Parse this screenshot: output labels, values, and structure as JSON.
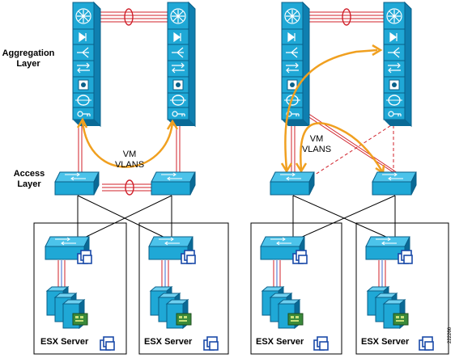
{
  "labels": {
    "aggregation_layer": "Aggregation Layer",
    "access_layer": "Access Layer",
    "vm_vlans_left": "VM VLANS",
    "vm_vlans_right": "VM VLANS",
    "esx_server": "ESX Server",
    "figure_id": "222266"
  },
  "colors": {
    "switch_blue": "#1fa8d6",
    "switch_dark": "#0a6a96",
    "link_red": "#d0202a",
    "vlan_orange": "#f0a020",
    "nic_green": "#3a8a3a",
    "frame": "#000000"
  }
}
